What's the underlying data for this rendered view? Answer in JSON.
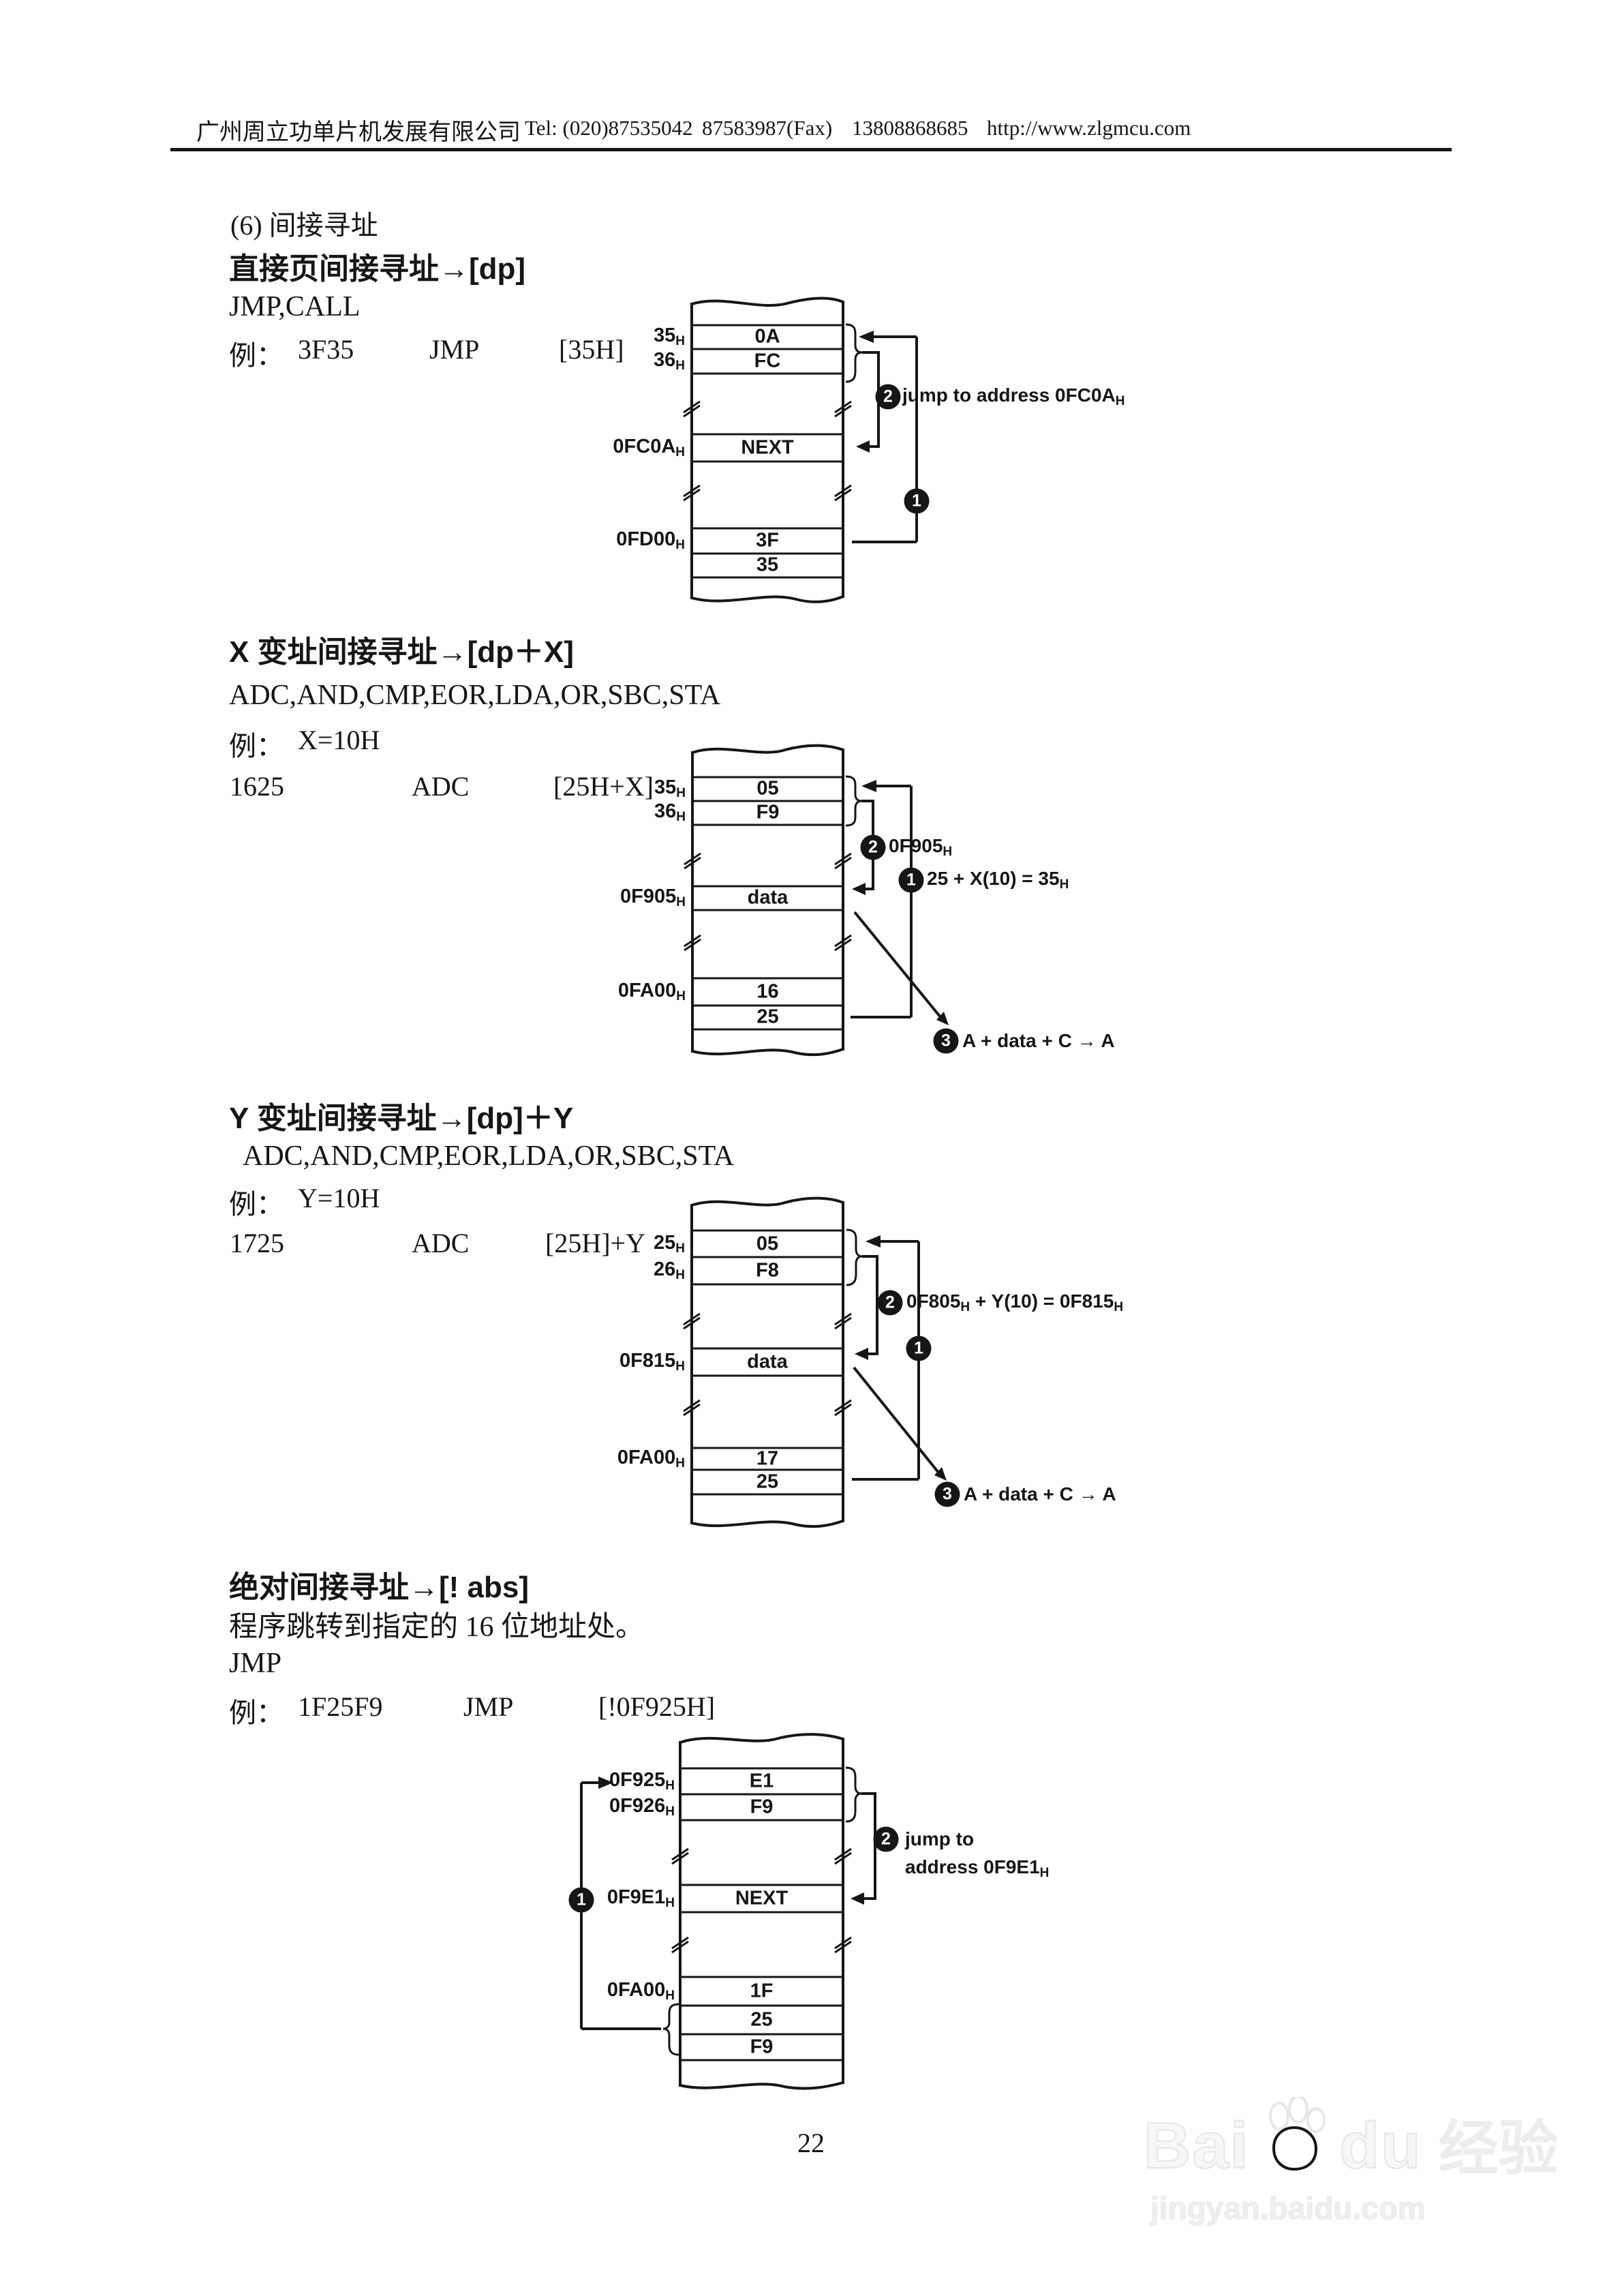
{
  "header": {
    "company": "广州周立功单片机发展有限公司",
    "tel": "Tel: (020)87535042",
    "fax": "87583987(Fax)",
    "phone": "13808868685",
    "website": "http://www.zlgmcu.com"
  },
  "section_title": "(6) 间接寻址",
  "s1": {
    "heading": "直接页间接寻址→[dp]",
    "mnemonics": "JMP,CALL",
    "ex_label": "例：",
    "ex_code": "3F35",
    "ex_op": "JMP",
    "ex_arg": "[35H]",
    "d": {
      "rows": [
        {
          "addr": "35",
          "sub": "H",
          "val": "0A"
        },
        {
          "addr": "36",
          "sub": "H",
          "val": "FC"
        },
        {
          "addr": "0FC0A",
          "sub": "H",
          "val": "NEXT"
        },
        {
          "addr": "0FD00",
          "sub": "H",
          "val": "3F"
        },
        {
          "val": "35"
        }
      ],
      "n1": "1",
      "n2": "2",
      "note2": {
        "a": "jump to address 0FC0A",
        "b": "H"
      }
    }
  },
  "s2": {
    "heading": "X 变址间接寻址→[dp＋X]",
    "mnemonics": "ADC,AND,CMP,EOR,LDA,OR,SBC,STA",
    "ex_label": "例：",
    "ex_val": "X=10H",
    "code": "1625",
    "op": "ADC",
    "arg": "[25H+X]",
    "d": {
      "rows": [
        {
          "addr": "35",
          "sub": "H",
          "val": "05"
        },
        {
          "addr": "36",
          "sub": "H",
          "val": "F9"
        },
        {
          "addr": "0F905",
          "sub": "H",
          "val": "data"
        },
        {
          "addr": "0FA00",
          "sub": "H",
          "val": "16"
        },
        {
          "val": "25"
        }
      ],
      "n1": "1",
      "n2": "2",
      "n3": "3",
      "note2": {
        "a": "0F905",
        "b": "H"
      },
      "note1": {
        "a": "25 + X(10) = 35",
        "b": "H"
      },
      "note3": "A + data + C → A"
    }
  },
  "s3": {
    "heading": "Y 变址间接寻址→[dp]＋Y",
    "mnemonics": "ADC,AND,CMP,EOR,LDA,OR,SBC,STA",
    "ex_label": "例：",
    "ex_val": "Y=10H",
    "code": "1725",
    "op": "ADC",
    "arg": "[25H]+Y",
    "d": {
      "rows": [
        {
          "addr": "25",
          "sub": "H",
          "val": "05"
        },
        {
          "addr": "26",
          "sub": "H",
          "val": "F8"
        },
        {
          "addr": "0F815",
          "sub": "H",
          "val": "data"
        },
        {
          "addr": "0FA00",
          "sub": "H",
          "val": "17"
        },
        {
          "val": "25"
        }
      ],
      "n1": "1",
      "n2": "2",
      "n3": "3",
      "note2": {
        "a": "0F805",
        "b": "H",
        "c": " + Y(10) = 0F815",
        "d": "H"
      },
      "note3": "A + data + C → A"
    }
  },
  "s4": {
    "heading": "绝对间接寻址→[! abs]",
    "desc": "程序跳转到指定的 16 位地址处。",
    "mnemonics": "JMP",
    "ex_label": "例：",
    "ex_code": "1F25F9",
    "ex_op": "JMP",
    "ex_arg": "[!0F925H]",
    "d": {
      "rows": [
        {
          "addr": "0F925",
          "sub": "H",
          "val": "E1"
        },
        {
          "addr": "0F926",
          "sub": "H",
          "val": "F9"
        },
        {
          "addr": "0F9E1",
          "sub": "H",
          "val": "NEXT"
        },
        {
          "addr": "0FA00",
          "sub": "H",
          "val": "1F"
        },
        {
          "val": "25"
        },
        {
          "val": "F9"
        }
      ],
      "n1": "1",
      "n2": "2",
      "note2_line1": "jump to",
      "note2_line2": {
        "a": "address 0F9E1",
        "b": "H"
      }
    }
  },
  "footer": {
    "page": "22"
  },
  "watermark": {
    "bai": "Bai",
    "du": "du",
    "cn": "经验",
    "url": "jingyan.baidu.com"
  },
  "colors": {
    "ink": "#161616",
    "paper": "#ffffff",
    "watermark": "#ebebeb"
  }
}
